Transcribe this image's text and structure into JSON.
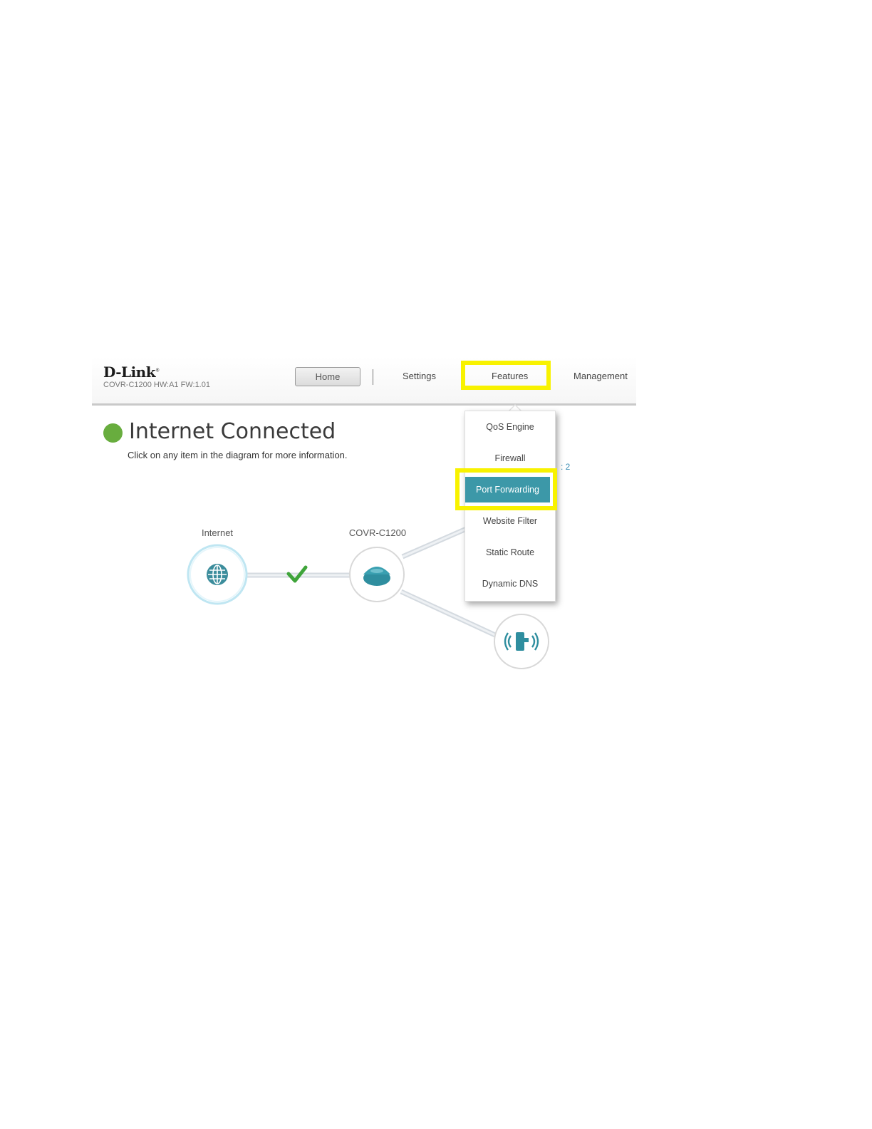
{
  "brand": {
    "logo": "D-Link",
    "model_info": "COVR-C1200 HW:A1 FW:1.01"
  },
  "nav": {
    "home": "Home",
    "settings": "Settings",
    "features": "Features",
    "management": "Management"
  },
  "status": {
    "title": "Internet Connected",
    "subtitle": "Click on any item in the diagram for more information.",
    "partial_count": ": 2",
    "dot_color": "#68ad3e"
  },
  "diagram": {
    "internet_label": "Internet",
    "router_label": "COVR-C1200",
    "connection_ok": true,
    "icons": [
      "globe-icon",
      "router-icon",
      "extender-icon",
      "checkmark-icon"
    ]
  },
  "features_menu": {
    "items": [
      "QoS Engine",
      "Firewall",
      "Port Forwarding",
      "Website Filter",
      "Static Route",
      "Dynamic DNS"
    ],
    "selected": "Port Forwarding"
  },
  "colors": {
    "accent": "#3c98a8",
    "highlight": "#f8f200",
    "link": "#3f8fb4"
  }
}
